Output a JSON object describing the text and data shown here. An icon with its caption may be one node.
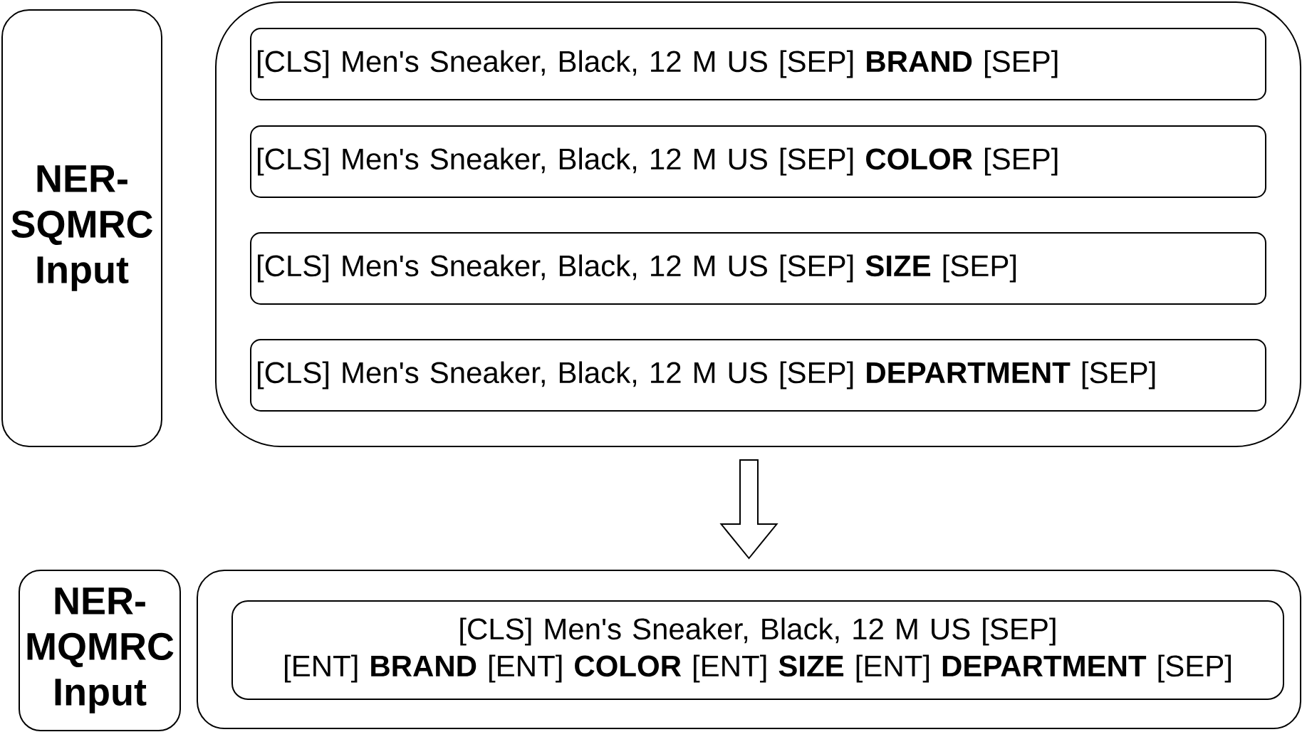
{
  "diagram": {
    "nodes": [
      {
        "text": [
          "NER-SQMRC Input"
        ]
      },
      {
        "text": [],
        "shape": "box"
      },
      {
        "text": [
          "[CLS] Men's Sneaker, Black, 12 M US [SEP] **BRAND** [SEP]"
        ],
        "in": 1
      },
      {
        "text": [
          "[CLS] Men's Sneaker, Black, 12 M US [SEP] **COLOR** [SEP]"
        ],
        "in": 1
      },
      {
        "text": [
          "[CLS] Men's Sneaker, Black, 12 M US [SEP] **SIZE** [SEP]"
        ],
        "in": 1
      },
      {
        "text": [
          "[CLS] Men's Sneaker, Black, 12 M US [SEP] **DEPARTMENT** [SEP]"
        ],
        "in": 1
      },
      {
        "text": [
          "NER-MQMRC Input"
        ]
      },
      {
        "text": [],
        "shape": "box"
      },
      {
        "text": [
          "[CLS] Men's Sneaker, Black, 12 M US [SEP]",
          "[ENT] **BRAND** [ENT] **COLOR** [ENT] **SIZE** [ENT] **DEPARTMENT** [SEP]"
        ],
        "in": 7
      }
    ],
    "edges": [
      {
        "from": 1,
        "to": 7,
        "arrow": "to"
      }
    ]
  }
}
